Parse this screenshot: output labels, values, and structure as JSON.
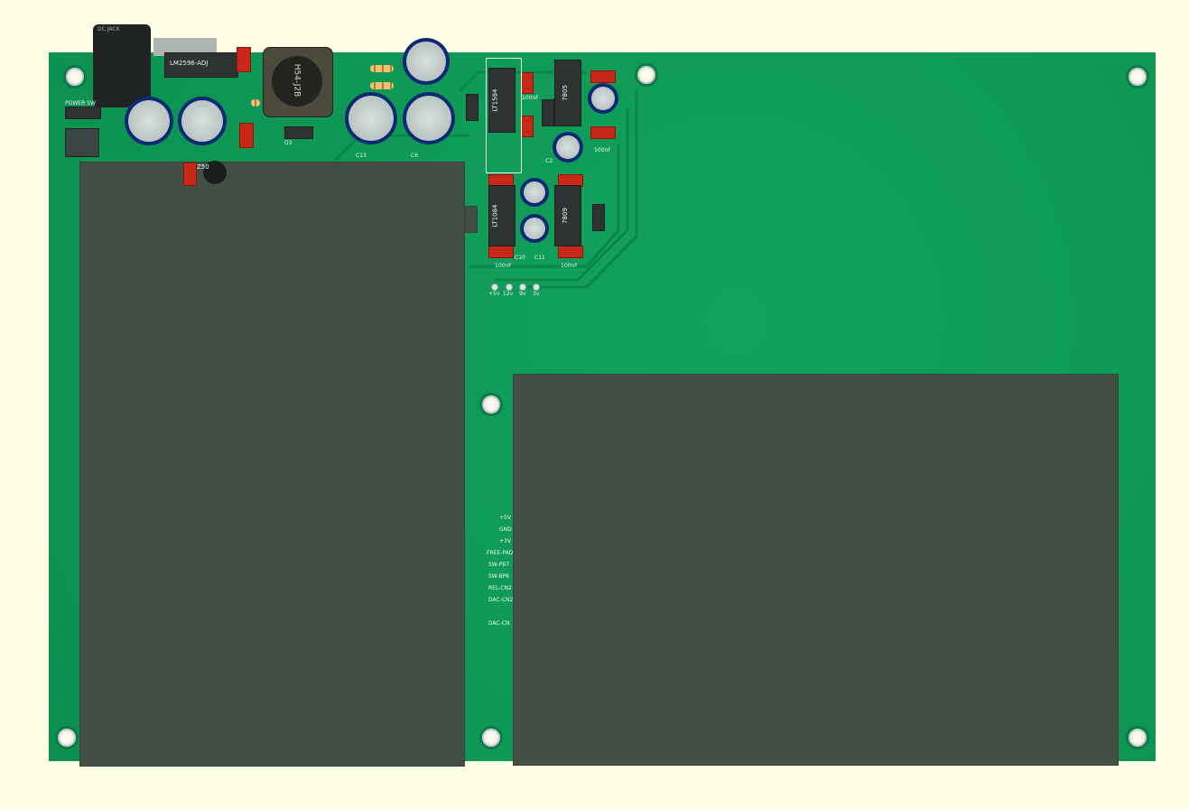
{
  "silkscreen": {
    "dc_jack": "DC JACK",
    "power_sw": "POWER SW",
    "regulator_lm": "LM2596-ADJ",
    "inductor": "H54-J2B",
    "zener": "Z50",
    "d3": "D3",
    "c13": "C13",
    "c6": "C6",
    "c3": "C3",
    "c10": "C10",
    "c11": "C11",
    "l1_regulator": "LT1584",
    "l2_regulator": "LT1084",
    "u7805": "7805",
    "u7809": "7809",
    "cap_100nf_a": "100nF",
    "cap_100nf_b": "100nF",
    "cap_100nf_c": "100nF",
    "cap_100nf_d": "100nF",
    "rail_5v": "+5v",
    "rail_12v": "12v",
    "rail_9v": "9v",
    "rail_3v": "3v",
    "conn_5v": "+5V",
    "conn_gnd": "GND",
    "conn_3v": "+3V",
    "conn_free_pad": "FREE-PAD",
    "conn_sw_pb7": "SW-PB7",
    "conn_sw_pb6": "SW-BP6",
    "conn_rel_cn2": "REL-CN2",
    "conn_dac_cn2": "DAC-CN2",
    "conn_dac_cn": "DAC-CN"
  },
  "colors": {
    "background": "#ffffe6",
    "board": "#0f9a57",
    "module": "#434f45",
    "capacitor_sleeve": "#0d2a72",
    "smd_cap": "#c72818"
  }
}
